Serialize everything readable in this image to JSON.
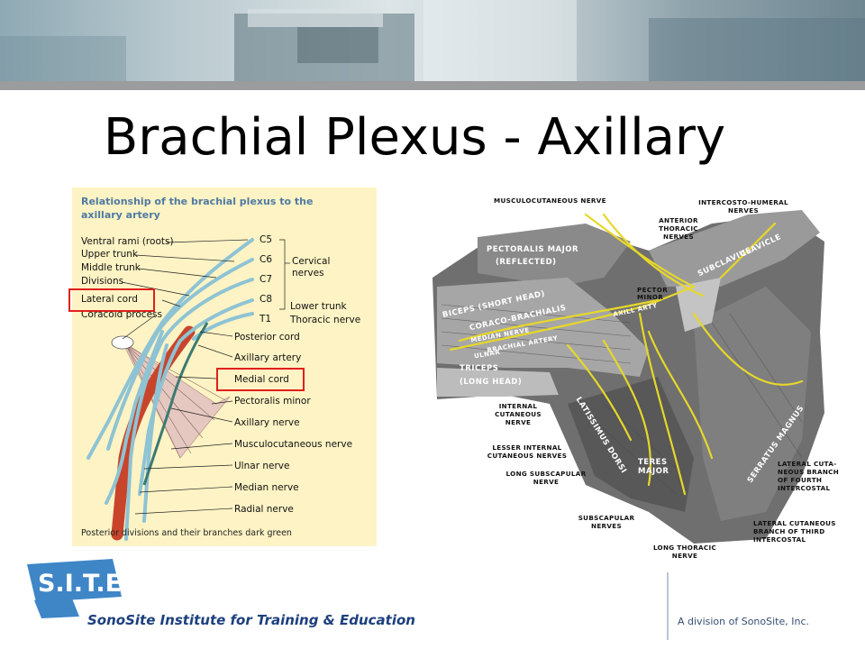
{
  "slide": {
    "title": "Brachial Plexus - Axillary"
  },
  "diagram_left": {
    "title": "Relationship of the brachial plexus to the axillary artery",
    "labels_left": [
      "Ventral rami (roots)",
      "Upper trunk",
      "Middle trunk",
      "Divisions",
      "Lateral cord",
      "Coracoid process"
    ],
    "roots": [
      "C5",
      "C6",
      "C7",
      "C8",
      "T1"
    ],
    "bracket_cervical": "Cervical nerves",
    "lower_trunk": "Lower trunk",
    "thoracic_nerve": "Thoracic nerve",
    "labels_right": [
      "Posterior cord",
      "Axillary artery",
      "Medial cord",
      "Pectoralis minor",
      "Axillary nerve",
      "Musculocutaneous nerve",
      "Ulnar nerve",
      "Median nerve",
      "Radial nerve"
    ],
    "footnote": "Posterior divisions and their branches dark green",
    "highlight_color": "#e0201c"
  },
  "diagram_right": {
    "labels": {
      "musculocutaneous": "MUSCULOCUTANEOUS NERVE",
      "intercosto": "INTERCOSTO-HUMERAL NERVES",
      "anterior_thoracic": "ANTERIOR THORACIC NERVES",
      "internal_cutaneous": "INTERNAL CUTANEOUS NERVE",
      "lesser_internal": "LESSER INTERNAL CUTANEOUS NERVES",
      "long_subscapular": "LONG SUBSCAPULAR NERVE",
      "subscapular": "SUBSCAPULAR NERVES",
      "long_thoracic": "LONG THORACIC NERVE",
      "lateral_fourth": "LATERAL CUTA- NEOUS BRANCH OF FOURTH INTERCOSTAL",
      "lateral_third": "LATERAL CUTANEOUS BRANCH OF THIRD INTERCOSTAL"
    },
    "muscles": {
      "pectoralis_major": "PECTORALIS MAJOR",
      "reflected": "(REFLECTED)",
      "clavicle": "CLAVICLE",
      "subclavius": "SUBCLAVIUS",
      "pector_minor": "PECTOR MINOR",
      "biceps": "BICEPS (SHORT HEAD)",
      "coraco": "CORACO-BRACHIALIS",
      "axill_arty": "AXILL ARTY",
      "median_nerve": "MEDIAN NERVE",
      "brachial_artery": "BRACHIAL ARTERY",
      "ulnar": "ULNAR",
      "triceps": "TRICEPS",
      "long_head": "(LONG HEAD)",
      "latissimus": "LATISSIMUS DORSI",
      "teres_major": "TERES MAJOR",
      "serratus": "SERRATUS MAGNUS"
    }
  },
  "footer": {
    "logo_text": "S.I.T.E.",
    "tagline": "SonoSite Institute for Training & Education",
    "division": "A division of SonoSite, Inc."
  },
  "colors": {
    "title": "#000000",
    "panel_bg": "#fdf3c4",
    "panel_title": "#4f7aa3",
    "nerve": "#8ec3d4",
    "artery": "#c8452c",
    "tagline": "#1c3f7e",
    "logo": "#3f86c7"
  }
}
